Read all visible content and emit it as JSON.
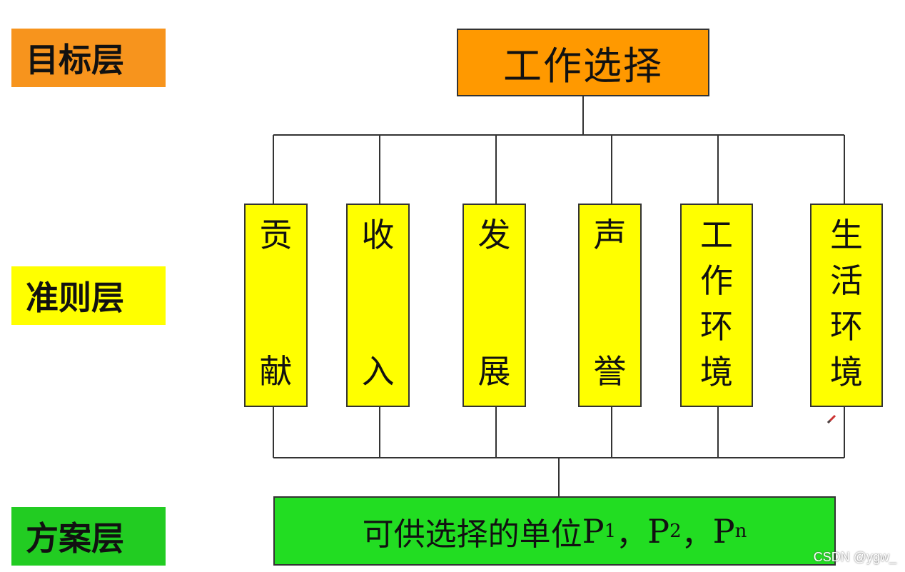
{
  "layers": {
    "goal": {
      "label": "目标层",
      "color": "#f7941d"
    },
    "criteria": {
      "label": "准则层",
      "color": "#ffff00"
    },
    "scheme": {
      "label": "方案层",
      "color": "#22cc22"
    }
  },
  "goal_box": {
    "text": "工作选择",
    "color": "#ff9900"
  },
  "criteria_boxes": {
    "color": "#ffff00",
    "items": [
      {
        "chars": [
          "贡",
          "献"
        ]
      },
      {
        "chars": [
          "收",
          "入"
        ]
      },
      {
        "chars": [
          "发",
          "展"
        ]
      },
      {
        "chars": [
          "声",
          "誉"
        ]
      },
      {
        "chars": [
          "工",
          "作",
          "环",
          "境"
        ]
      },
      {
        "chars": [
          "生",
          "活",
          "环",
          "境"
        ]
      }
    ]
  },
  "scheme_box": {
    "text": "可供选择的单位",
    "p": "P",
    "sub1": "1",
    "sep1": "，",
    "sub2": "2",
    "sep2": "，",
    "subn": "n",
    "color": "#22dd22"
  },
  "watermark": "CSDN @ygw_",
  "icons": {
    "pen": "pen-icon"
  }
}
